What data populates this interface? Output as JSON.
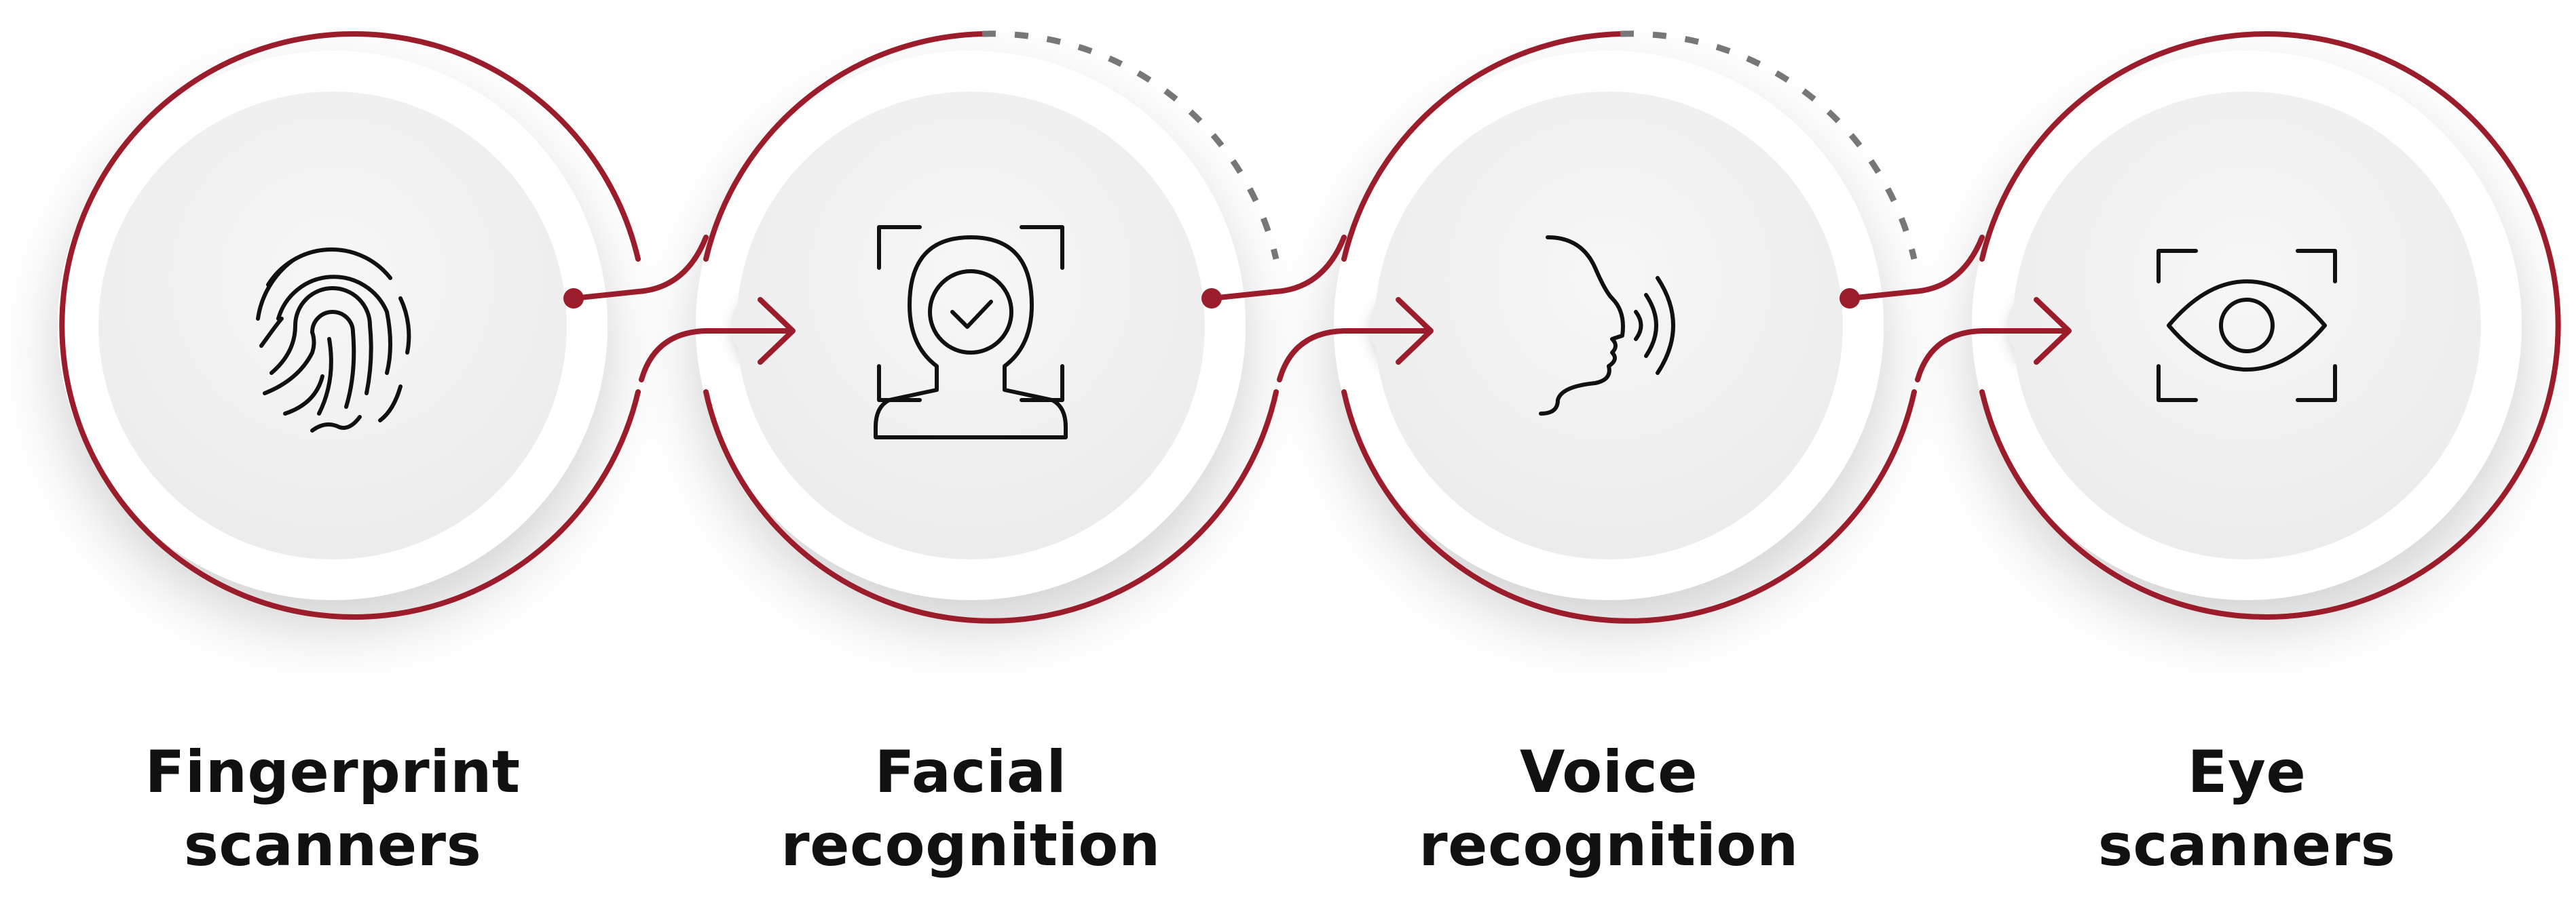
{
  "colors": {
    "accent": "#9b1c2a",
    "circle_fill": "#f4f4f4",
    "icon_stroke": "#111111",
    "dashed": "#777777"
  },
  "steps": [
    {
      "icon": "fingerprint-icon",
      "label_line1": "Fingerprint",
      "label_line2": "scanners"
    },
    {
      "icon": "face-scan-icon",
      "label_line1": "Facial",
      "label_line2": "recognition"
    },
    {
      "icon": "voice-icon",
      "label_line1": "Voice",
      "label_line2": "recognition"
    },
    {
      "icon": "eye-scan-icon",
      "label_line1": "Eye",
      "label_line2": "scanners"
    }
  ]
}
